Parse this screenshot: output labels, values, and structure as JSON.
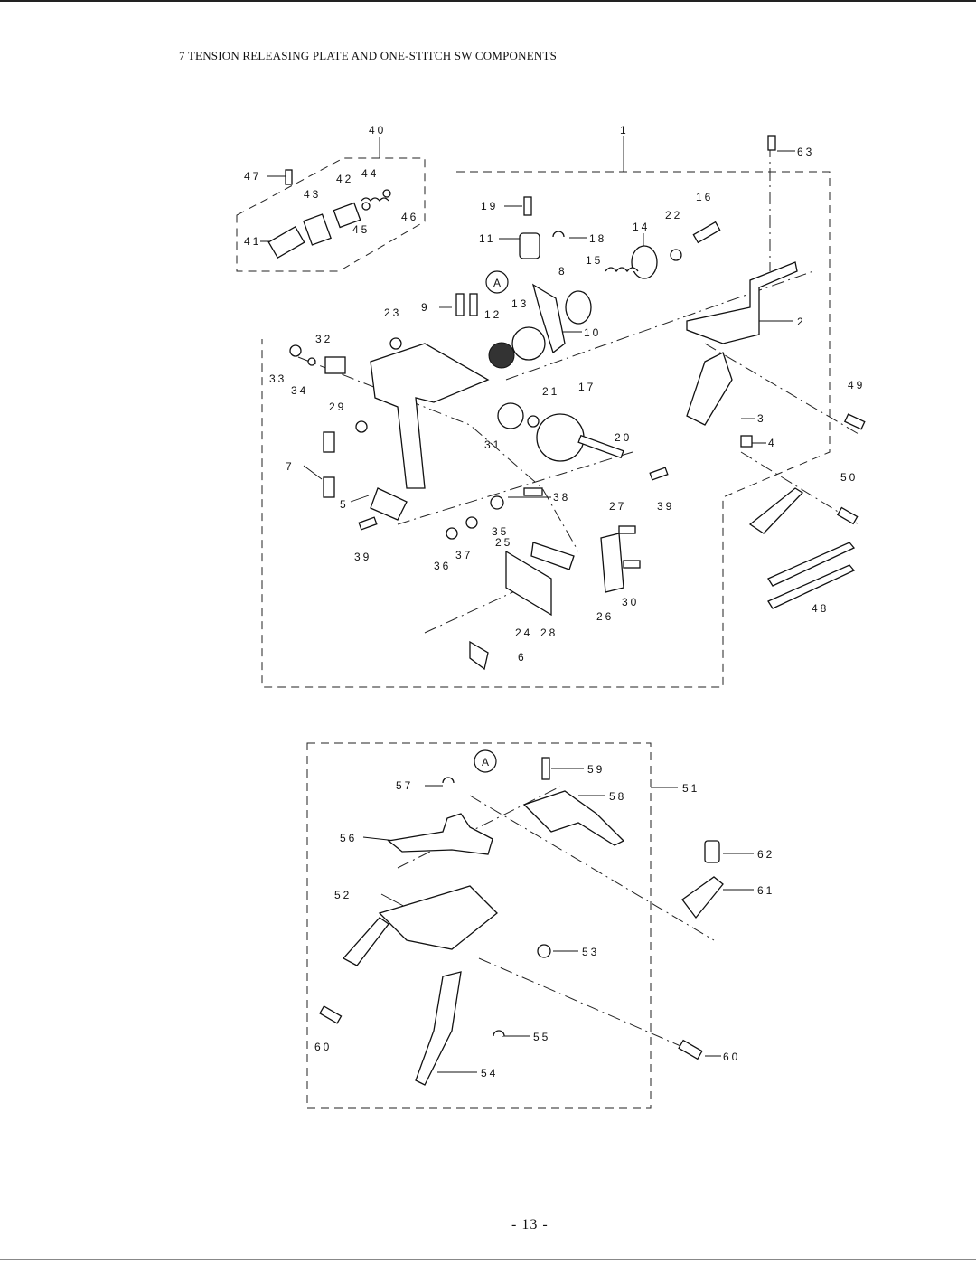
{
  "page": {
    "title": "7 TENSION RELEASING PLATE AND ONE-STITCH SW COMPONENTS",
    "page_number": "- 13 -"
  },
  "callouts": {
    "A_top": "A",
    "A_bottom": "A"
  },
  "part_numbers": [
    "1",
    "2",
    "3",
    "4",
    "5",
    "6",
    "7",
    "8",
    "9",
    "10",
    "11",
    "12",
    "13",
    "14",
    "15",
    "16",
    "17",
    "18",
    "19",
    "20",
    "21",
    "22",
    "23",
    "24",
    "25",
    "26",
    "27",
    "28",
    "29",
    "30",
    "31",
    "32",
    "33",
    "34",
    "35",
    "36",
    "37",
    "38",
    "39",
    "39",
    "40",
    "41",
    "42",
    "43",
    "44",
    "45",
    "46",
    "47",
    "48",
    "49",
    "50",
    "51",
    "52",
    "53",
    "54",
    "55",
    "56",
    "57",
    "58",
    "59",
    "60",
    "60",
    "61",
    "62",
    "63"
  ]
}
